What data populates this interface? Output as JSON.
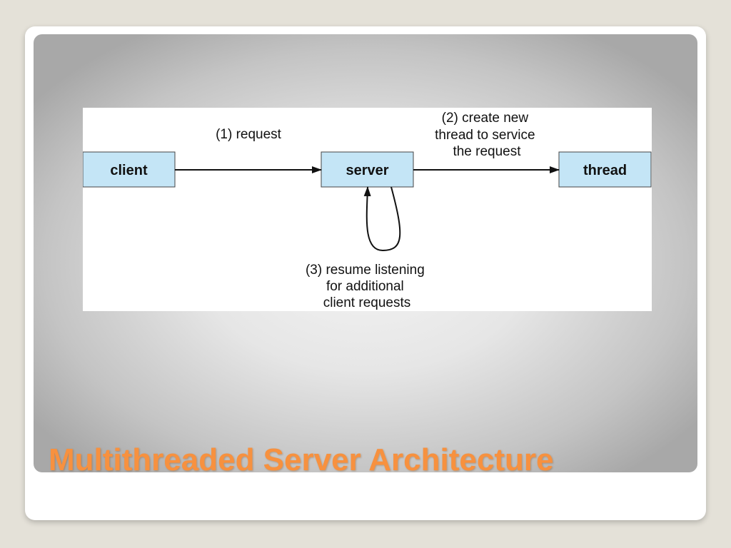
{
  "slide": {
    "title": "Multithreaded Server Architecture"
  },
  "diagram": {
    "nodes": {
      "client": "client",
      "server": "server",
      "thread": "thread"
    },
    "edges": {
      "request": [
        "(1) request"
      ],
      "create": [
        "(2) create new",
        "thread to service",
        "the request"
      ],
      "resume": [
        "(3) resume listening",
        "for additional",
        "client requests"
      ]
    },
    "colors": {
      "node_fill": "#c4e5f6",
      "title": "#f7913f"
    }
  }
}
